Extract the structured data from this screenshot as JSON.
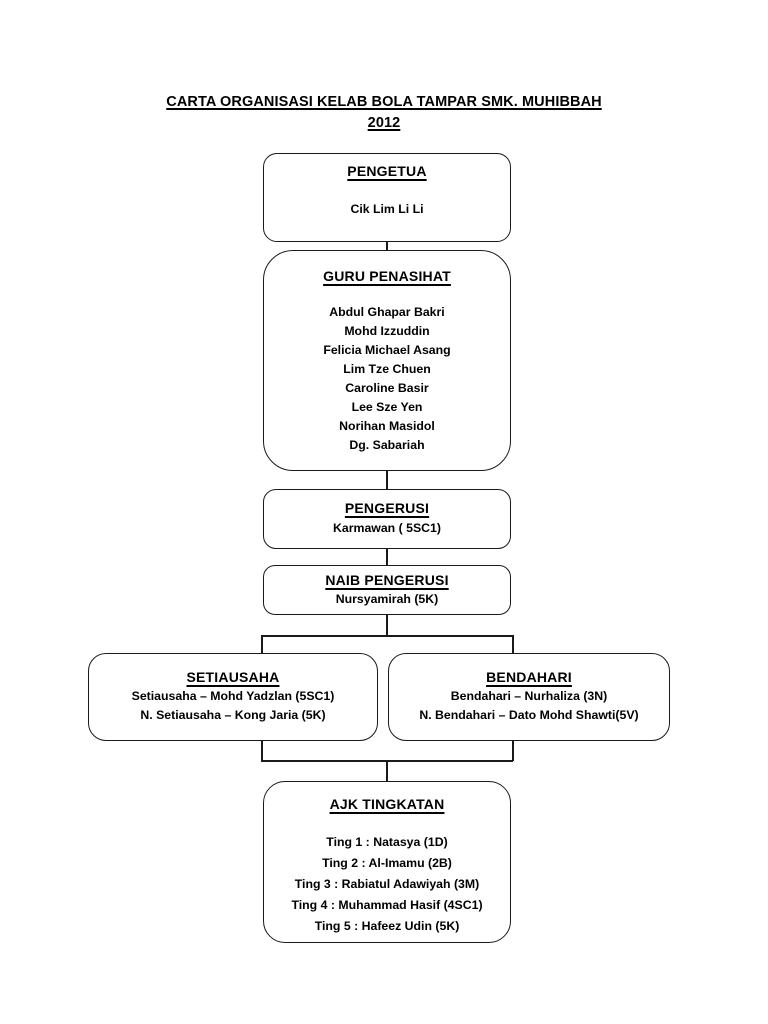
{
  "title": {
    "line1": "CARTA ORGANISASI KELAB BOLA TAMPAR SMK. MUHIBBAH",
    "line2": "2012"
  },
  "nodes": {
    "pengetua": {
      "title": "PENGETUA",
      "members": [
        "Cik Lim Li Li"
      ]
    },
    "guru_penasihat": {
      "title": "GURU PENASIHAT",
      "members": [
        "Abdul Ghapar Bakri",
        "Mohd Izzuddin",
        "Felicia Michael Asang",
        "Lim Tze Chuen",
        "Caroline Basir",
        "Lee Sze Yen",
        "Norihan Masidol",
        "Dg. Sabariah"
      ]
    },
    "pengerusi": {
      "title": "PENGERUSI",
      "members": [
        "Karmawan ( 5SC1)"
      ]
    },
    "naib_pengerusi": {
      "title": "NAIB PENGERUSI",
      "members": [
        "Nursyamirah (5K)"
      ]
    },
    "setiausaha": {
      "title": "SETIAUSAHA",
      "members": [
        "Setiausaha – Mohd Yadzlan (5SC1)",
        "N. Setiausaha – Kong Jaria (5K)"
      ]
    },
    "bendahari": {
      "title": "BENDAHARI",
      "members": [
        "Bendahari – Nurhaliza (3N)",
        "N. Bendahari – Dato Mohd Shawti(5V)"
      ]
    },
    "ajk_tingkatan": {
      "title": "AJK TINGKATAN",
      "members": [
        "Ting 1 : Natasya (1D)",
        "Ting 2 : Al-Imamu (2B)",
        "Ting 3 : Rabiatul Adawiyah (3M)",
        "Ting 4 : Muhammad Hasif (4SC1)",
        "Ting 5 : Hafeez Udin (5K)"
      ]
    }
  },
  "colors": {
    "background": "#ffffff",
    "border": "#1a1a1a",
    "text": "#000000"
  }
}
